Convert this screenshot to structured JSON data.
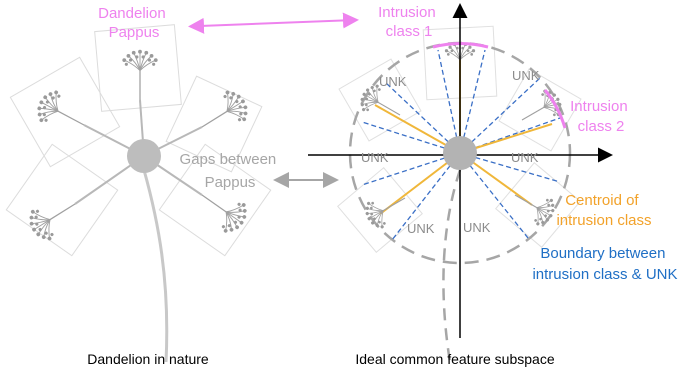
{
  "labels": {
    "dandelion_pappus": [
      "Dandelion",
      "Pappus"
    ],
    "intrusion_class_1": [
      "Intrusion",
      "class 1"
    ],
    "intrusion_class_2": [
      "Intrusion",
      "class 2"
    ],
    "gaps_between_pappus": [
      "Gaps between",
      "Pappus"
    ],
    "centroid": [
      "Centroid of",
      "intrusion class"
    ],
    "boundary": [
      "Boundary between",
      "intrusion class & UNK"
    ],
    "unk": "UNK",
    "caption_left": "Dandelion in nature",
    "caption_right": "Ideal common feature subspace"
  },
  "colors": {
    "pink": "#ee82ee",
    "orange": "#f2a22a",
    "yellow_line": "#f0b73a",
    "blue": "#1f6fc5",
    "blue_dash": "#3a6fc6",
    "gray": "#a6a6a6",
    "light_gray": "#c8c8c8",
    "dark": "#000000"
  }
}
